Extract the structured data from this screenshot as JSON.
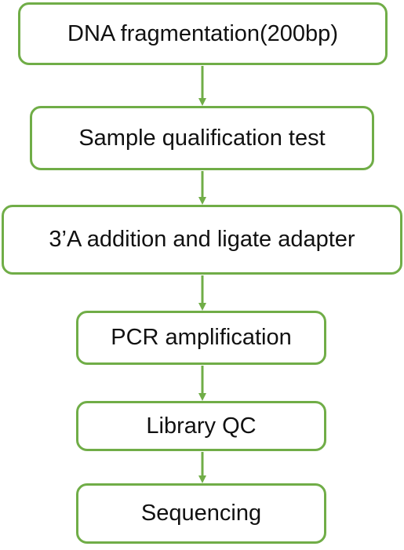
{
  "flowchart": {
    "steps": [
      {
        "label": "DNA fragmentation(200bp)"
      },
      {
        "label": "Sample qualification test"
      },
      {
        "label": "3’A addition and ligate adapter"
      },
      {
        "label": "PCR amplification"
      },
      {
        "label": "Library QC"
      },
      {
        "label": "Sequencing"
      }
    ]
  },
  "colors": {
    "box_border": "#70AD47",
    "arrow": "#70AD47",
    "text": "#111111",
    "background": "#FFFFFF"
  }
}
